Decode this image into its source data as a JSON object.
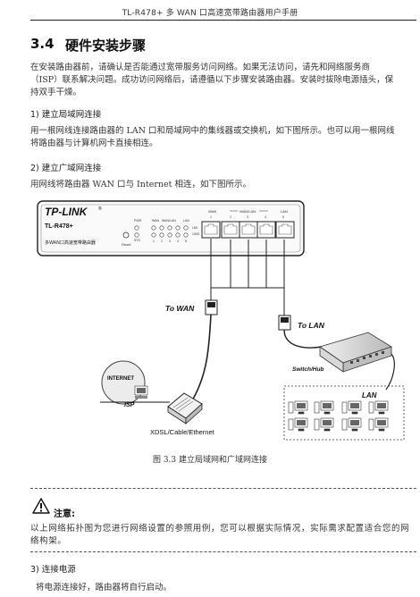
{
  "header": {
    "title": "TL-R478+ 多 WAN 口高速宽带路由器用户手册"
  },
  "section": {
    "number": "3.4",
    "title": "硬件安装步骤"
  },
  "intro": {
    "line1": "在安装路由器前，请确认是否能通过宽带服务访问网络。如果无法访问，请先和网络服务商",
    "line2": "（ISP）联系解决问题。成功访问网络后，请遵循以下步骤安装路由器。安装时拔除电源插头，保",
    "line3": "持双手干燥。"
  },
  "step1": {
    "title": "1)   建立局域网连接",
    "line1": "用一根网线连接路由器的  LAN  口和局域网中的集线器或交换机，如下图所示。也可以用一根网线",
    "line2": "将路由器与计算机网卡直接相连。"
  },
  "step2": {
    "title": "2)   建立广域网连接",
    "line1": "用网线将路由器 WAN 口与 Internet 相连，如下图所示。"
  },
  "figure": {
    "brand": "TP-LINK",
    "brand_mark": "®",
    "model": "TL-R478+",
    "subtitle": "多WAN口高速宽带路由器",
    "reset": "Reset",
    "led_pwr": "PWR",
    "led_sys": "SYS",
    "led_wan": "WAN",
    "led_lan": "LAN",
    "led_wan_lan": "WAN/LAN",
    "led_lnk": "LNK",
    "led_act": "ACT",
    "led_100m": "100M",
    "led_nums": [
      "1",
      "2",
      "3",
      "4",
      "5"
    ],
    "port_wan": "WAN",
    "port_wanlan": "WAN/LAN",
    "port_lan": "LAN",
    "port_nums": [
      "1",
      "2",
      "3",
      "4",
      "5"
    ],
    "to_wan": "To WAN",
    "to_lan": "To LAN",
    "switch": "Switch/Hub",
    "lan": "LAN",
    "internet": "INTERNET",
    "isp": "ISP",
    "xdsl": "XDSL/Cable/Ethernet"
  },
  "caption": "图  3.3  建立局域网和广域网连接",
  "note": {
    "label": "注意:",
    "line1": "以上网络拓扑图为您进行网络设置的参照用例，您可以根据实际情况，实际需求配置适合您的网",
    "line2": "络构架。"
  },
  "step3": {
    "title": "3)   连接电源",
    "line1": "将电源连接好，路由器将自行启动。"
  }
}
